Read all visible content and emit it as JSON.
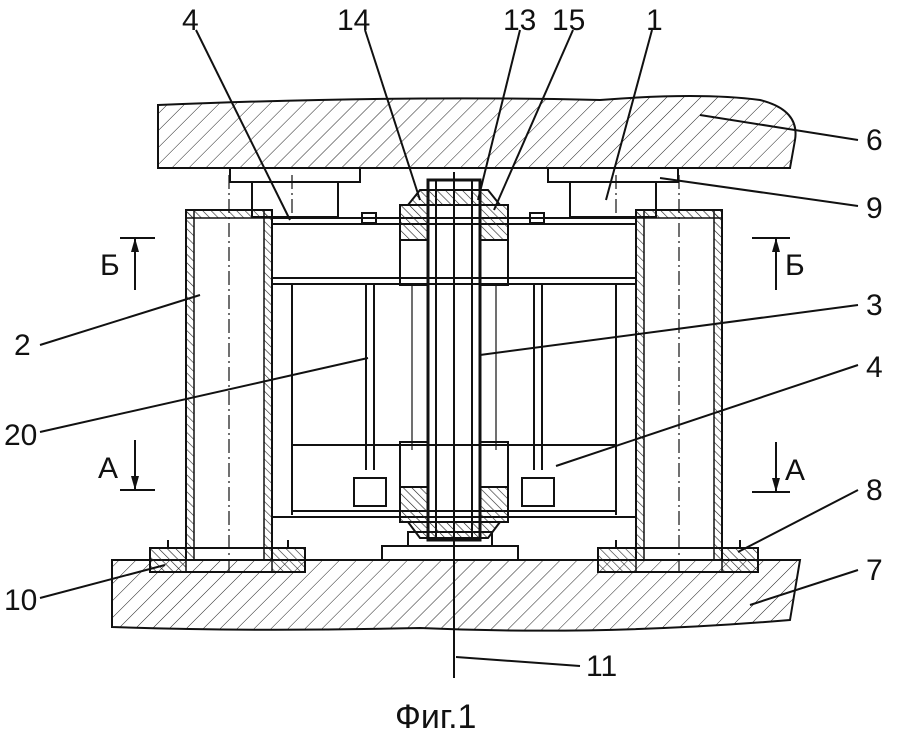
{
  "labels": {
    "l1": "1",
    "l2": "2",
    "l3": "3",
    "l4a": "4",
    "l4b": "4",
    "l6": "6",
    "l7": "7",
    "l8": "8",
    "l9": "9",
    "l10": "10",
    "l11": "11",
    "l13": "13",
    "l14": "14",
    "l15": "15",
    "l20": "20",
    "secA_left": "A",
    "secA_right": "A",
    "secB_left": "Б",
    "secB_right": "Б"
  },
  "caption": "Фиг.1"
}
